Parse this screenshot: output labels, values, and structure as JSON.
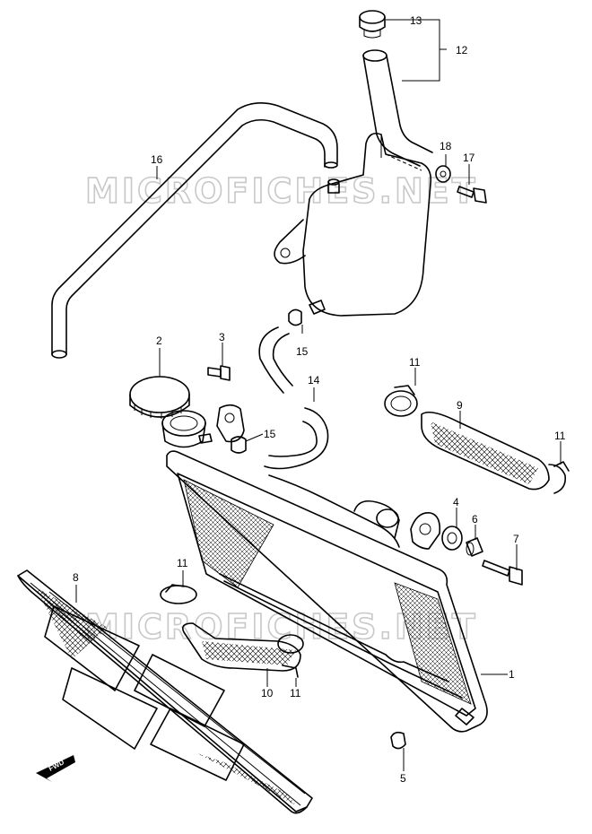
{
  "watermark": "MICROFICHES.NET",
  "fwd_label": "FWD",
  "callouts": {
    "c1": "1",
    "c2": "2",
    "c3": "3",
    "c4": "4",
    "c5": "5",
    "c6": "6",
    "c7": "7",
    "c8": "8",
    "c9": "9",
    "c10": "10",
    "c11a": "11",
    "c11b": "11",
    "c11c": "11",
    "c11d": "11",
    "c12": "12",
    "c13": "13",
    "c14": "14",
    "c15a": "15",
    "c15b": "15",
    "c16": "16",
    "c17": "17",
    "c18": "18"
  }
}
